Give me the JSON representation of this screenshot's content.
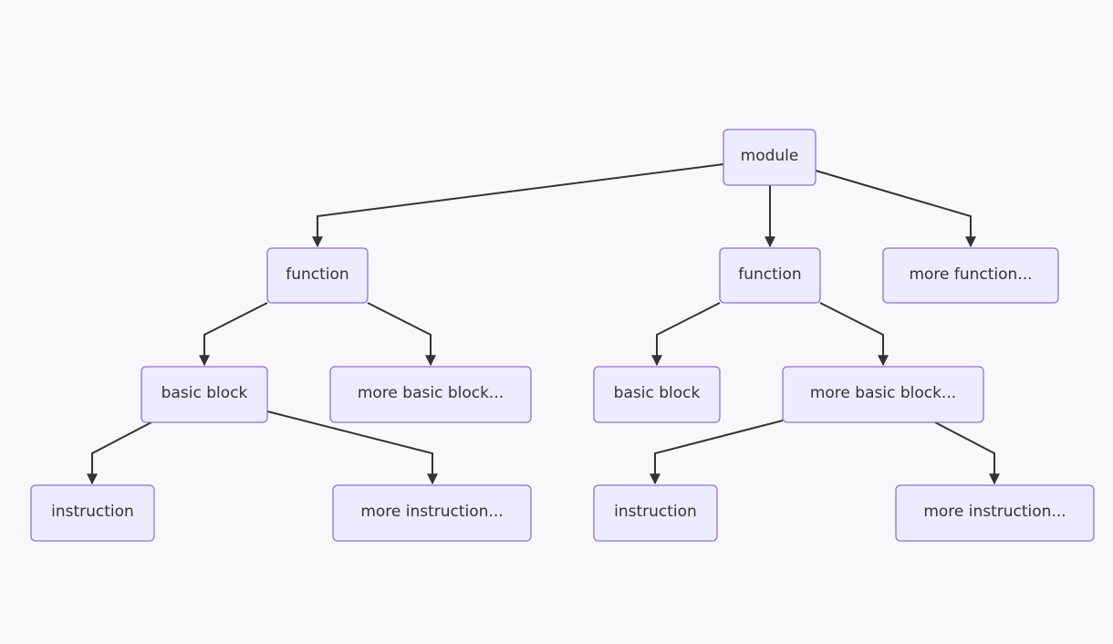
{
  "diagram": {
    "nodes": {
      "module": "module",
      "function_1": "function",
      "function_2": "function",
      "more_function": "more function...",
      "basic_block_1": "basic block",
      "more_basic_block_1": "more basic block...",
      "basic_block_2": "basic block",
      "more_basic_block_2": "more basic block...",
      "instruction_1": "instruction",
      "more_instruction_1": "more instruction...",
      "instruction_2": "instruction",
      "more_instruction_2": "more instruction..."
    },
    "edges": [
      {
        "from": "module",
        "to": "function_1"
      },
      {
        "from": "module",
        "to": "function_2"
      },
      {
        "from": "module",
        "to": "more_function"
      },
      {
        "from": "function_1",
        "to": "basic_block_1"
      },
      {
        "from": "function_1",
        "to": "more_basic_block_1"
      },
      {
        "from": "function_2",
        "to": "basic_block_2"
      },
      {
        "from": "function_2",
        "to": "more_basic_block_2"
      },
      {
        "from": "basic_block_1",
        "to": "instruction_1"
      },
      {
        "from": "basic_block_1",
        "to": "more_instruction_1"
      },
      {
        "from": "more_basic_block_2",
        "to": "instruction_2"
      },
      {
        "from": "more_basic_block_2",
        "to": "more_instruction_2"
      }
    ]
  },
  "colors": {
    "background": "#f8f8fa",
    "node_fill": "#ececfe",
    "node_border": "#9170d8",
    "edge": "#333333",
    "text": "#333333"
  }
}
